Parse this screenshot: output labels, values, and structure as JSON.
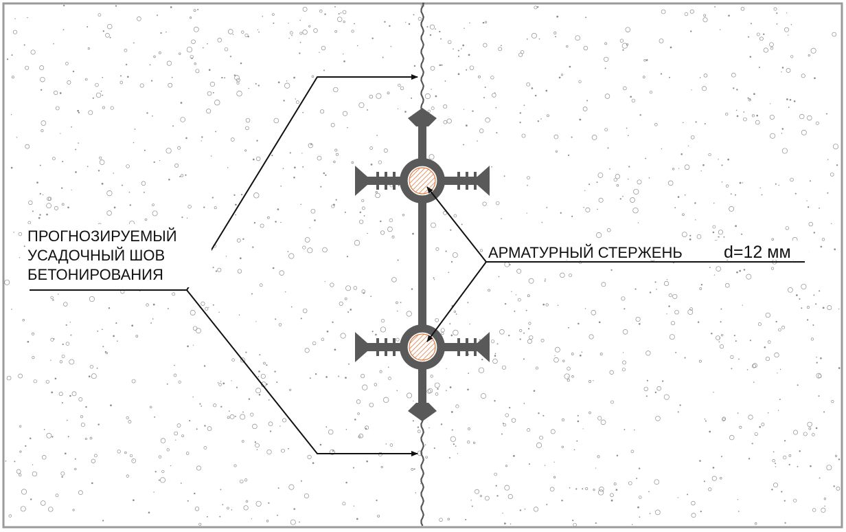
{
  "labels": {
    "joint_line1": "ПРОГНОЗИРУЕМЫЙ",
    "joint_line2": "УСАДОЧНЫЙ ШОВ",
    "joint_line3": "БЕТОНИРОВАНИЯ",
    "rebar_text": "АРМАТУРНЫЙ СТЕРЖЕНЬ",
    "rebar_size": "d=12 мм"
  },
  "colors": {
    "frame": "#9a9a9a",
    "waterstop": "#595959",
    "rebar_hatch": "#e07a40",
    "line": "#111111",
    "aggregate": "#8c8c8c"
  }
}
